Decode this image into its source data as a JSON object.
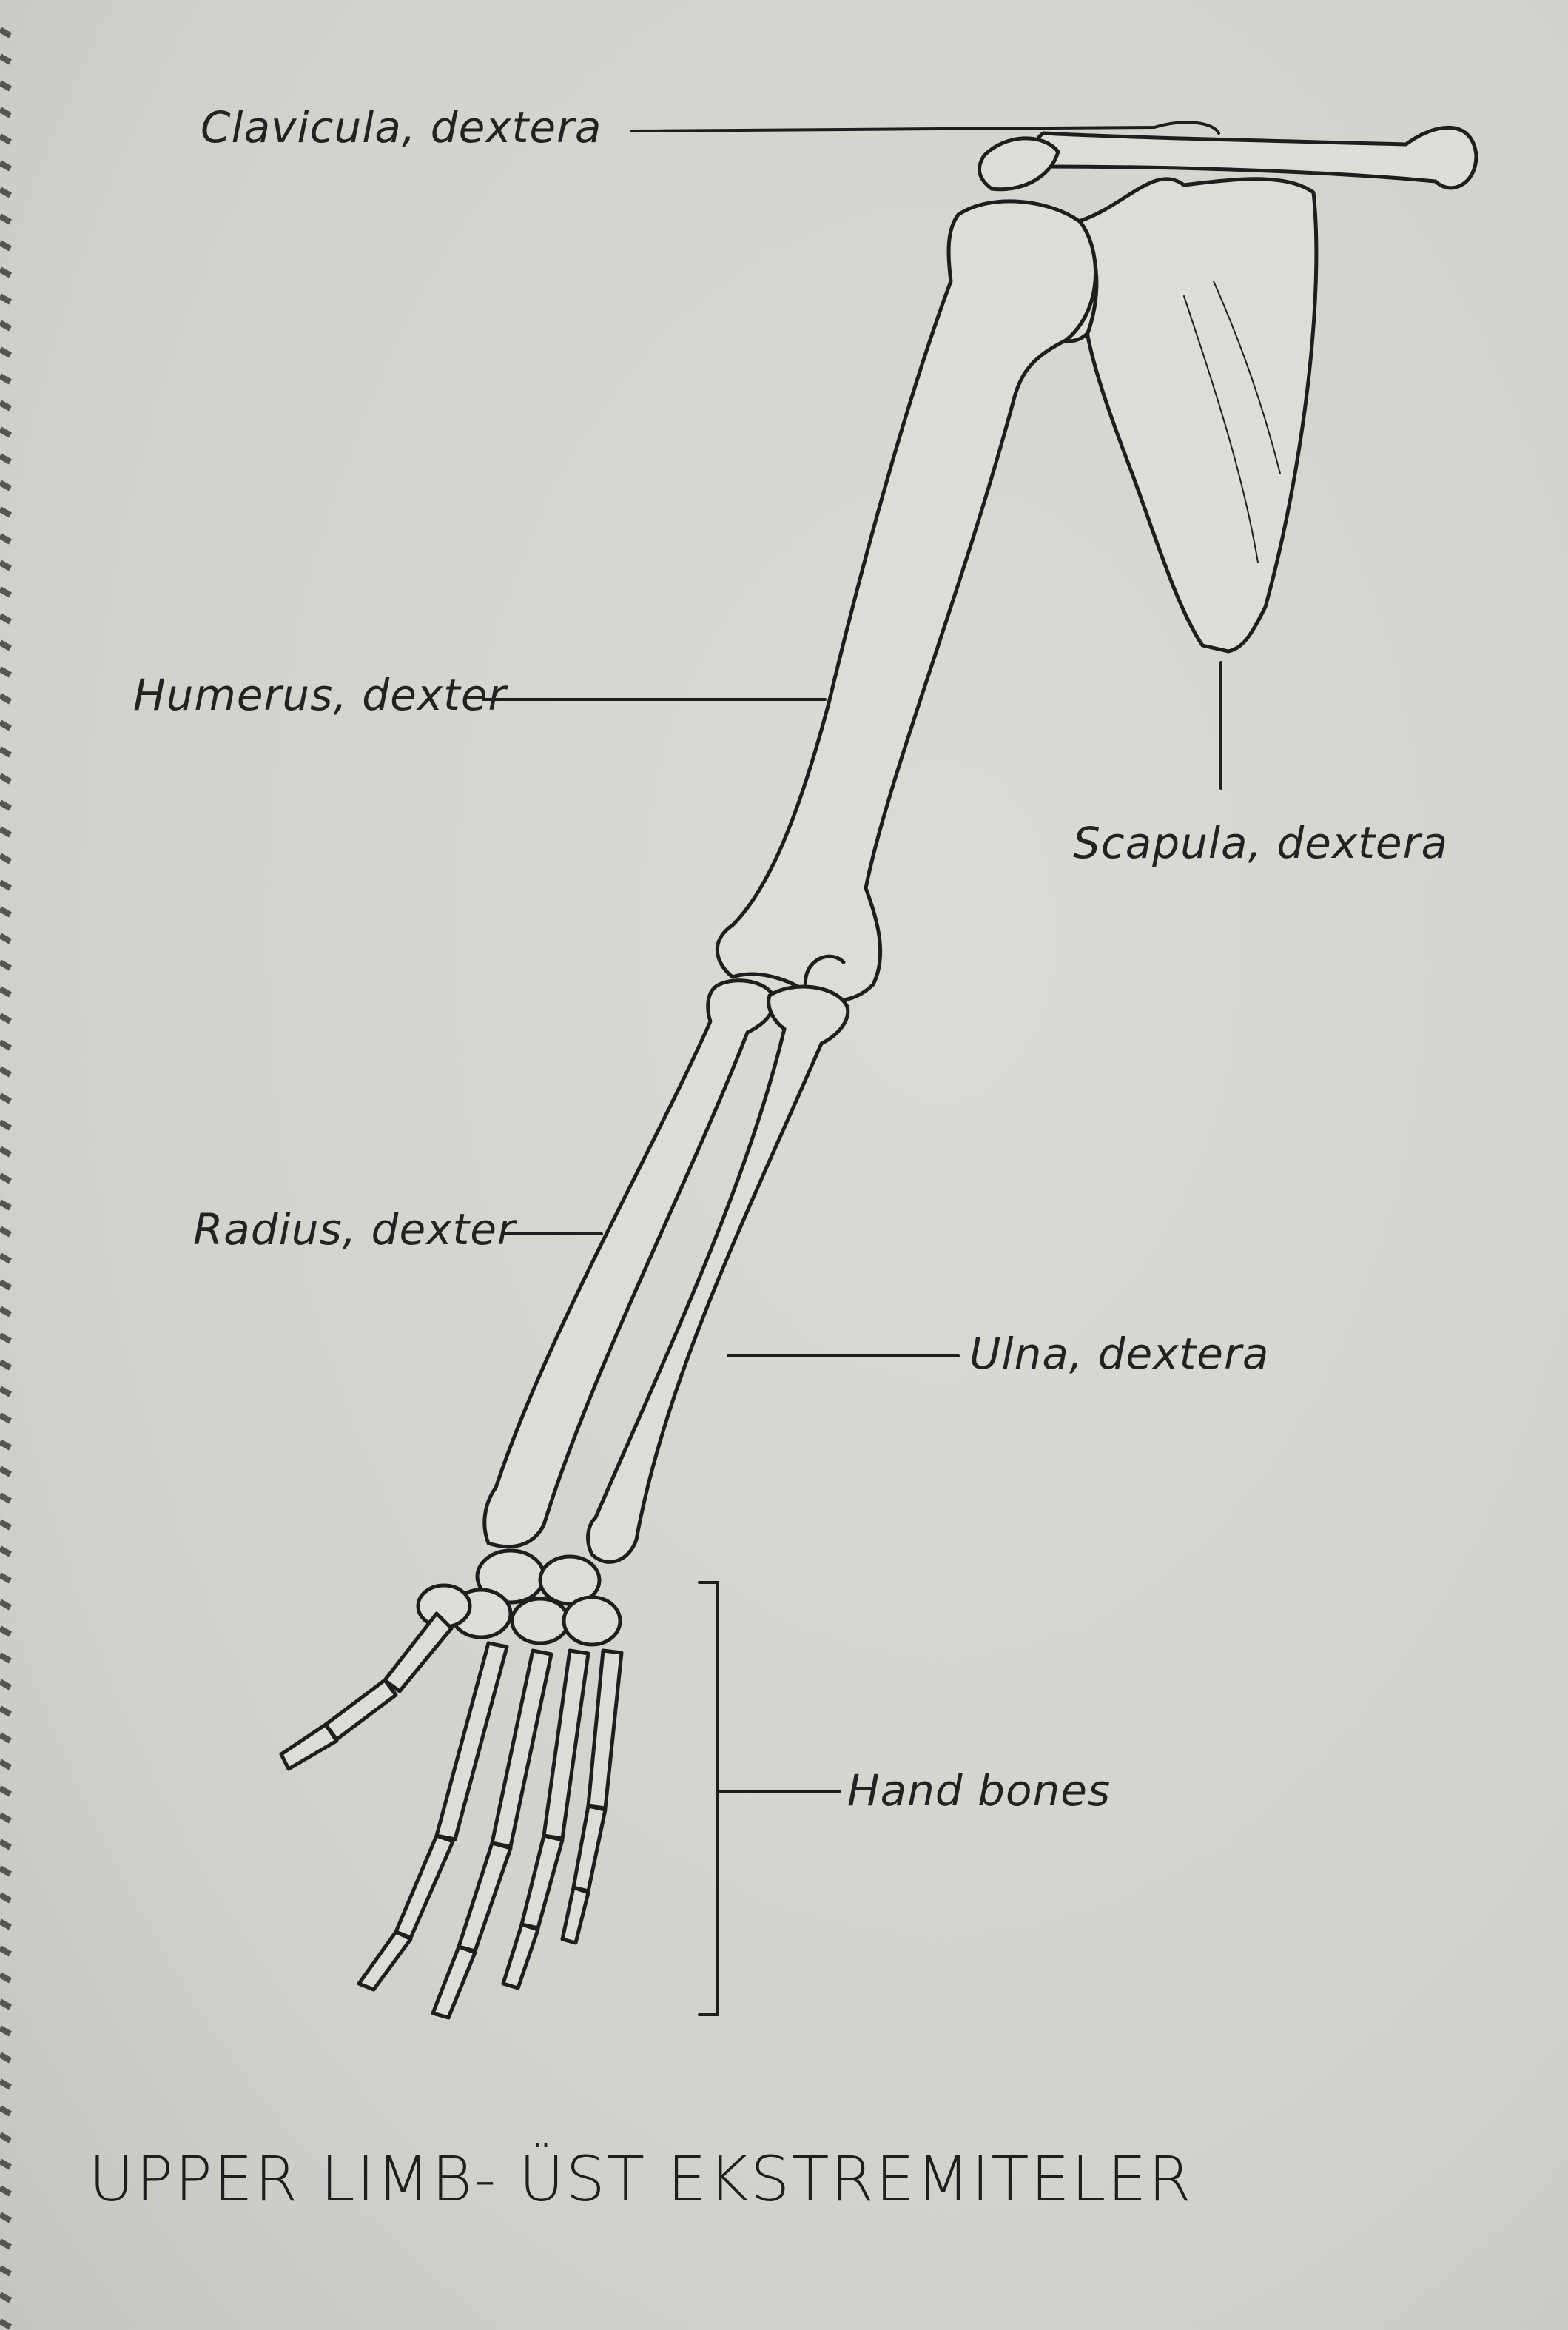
{
  "labels": {
    "clavicula": "Clavicula, dextera",
    "humerus": "Humerus, dexter",
    "scapula": "Scapula, dextera",
    "radius": "Radius, dexter",
    "ulna": "Ulna, dextera",
    "hand": "Hand bones"
  },
  "title": "UPPER LIMB- ÜST EKSTREMITELER",
  "colors": {
    "ink": "#1e1e1e",
    "paper": "#d6d4ce"
  }
}
